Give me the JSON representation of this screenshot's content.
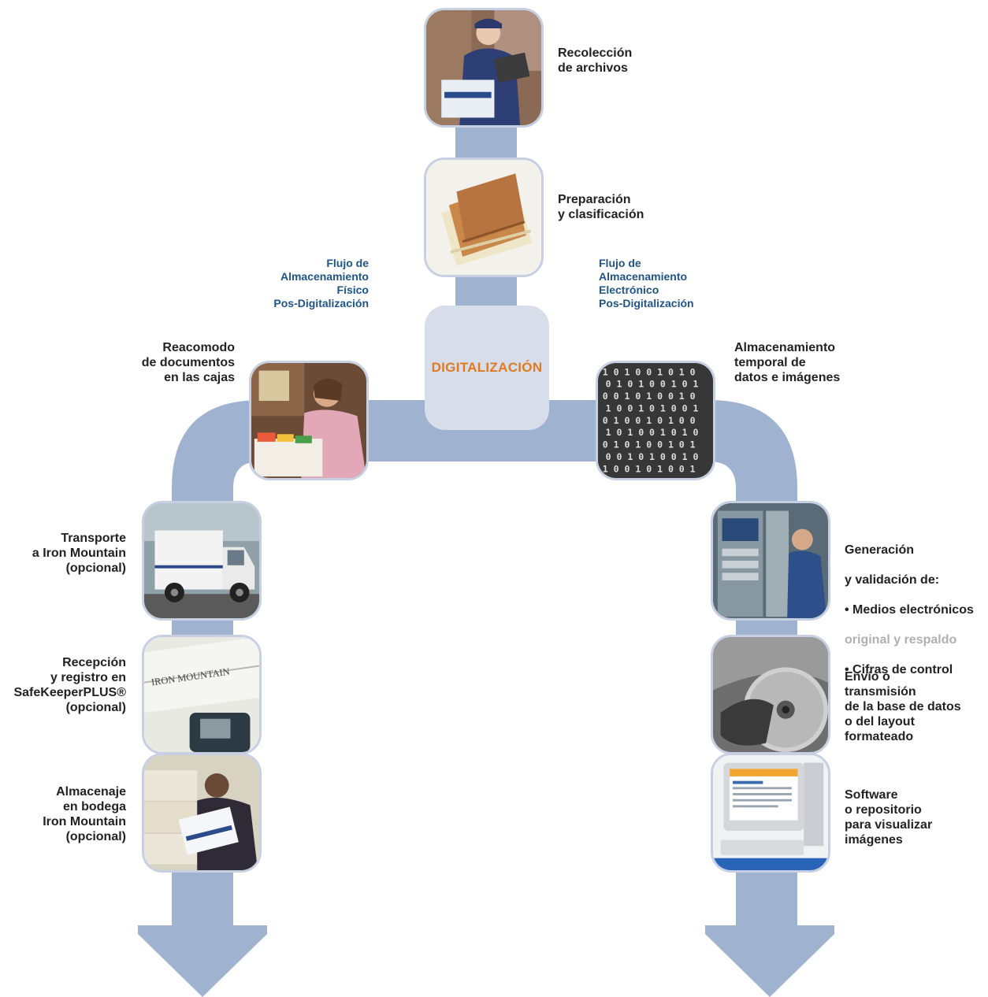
{
  "colors": {
    "pipe": "#9fb2d0",
    "node_border": "#c7d0e2",
    "center_box": "#d7dde9",
    "center_text": "#e07a1f",
    "flow_label": "#1e5488"
  },
  "center": {
    "label": "DIGITALIZACIÓN"
  },
  "flow_labels": {
    "physical": "Flujo de\nAlmacenamiento\nFísico\nPos-Digitalización",
    "electronic": "Flujo de\nAlmacenamiento\nElectrónico\nPos-Digitalización"
  },
  "steps": {
    "collection": {
      "label": "Recolección\nde archivos",
      "image": "courier-clipboard-photo"
    },
    "preparation": {
      "label": "Preparación\ny clasificación",
      "image": "file-folders-photo"
    },
    "rearrange": {
      "label": "Reacomodo\nde documentos\nen las cajas",
      "image": "worker-filing-box-photo"
    },
    "temp_storage": {
      "label": "Almacenamiento\ntemporal de\ndatos e imágenes",
      "image": "binary-data-photo"
    },
    "transport": {
      "label": "Transporte\na Iron Mountain\n(opcional)",
      "image": "delivery-truck-photo"
    },
    "reception": {
      "label": "Recepción\ny registro en\nSafeKeeperPLUS®\n(opcional)",
      "image": "barcode-scanner-boxes-photo"
    },
    "warehouse": {
      "label": "Almacenaje\nen bodega\nIron Mountain\n(opcional)",
      "image": "warehouse-boxes-photo"
    },
    "generation": {
      "line1": "Generación",
      "line2": "y validación de:",
      "line3": "• Medios electrónicos",
      "line4": "original y respaldo",
      "line5": "• Cifras de control",
      "image": "server-room-technician-photo"
    },
    "shipping": {
      "label": "Envío o\ntransmisión\nde la base de datos\no del layout\nformateado",
      "image": "optical-disc-photo"
    },
    "software": {
      "label": "Software\no repositorio\npara visualizar\nimágenes",
      "image": "computer-workstation-photo"
    }
  }
}
